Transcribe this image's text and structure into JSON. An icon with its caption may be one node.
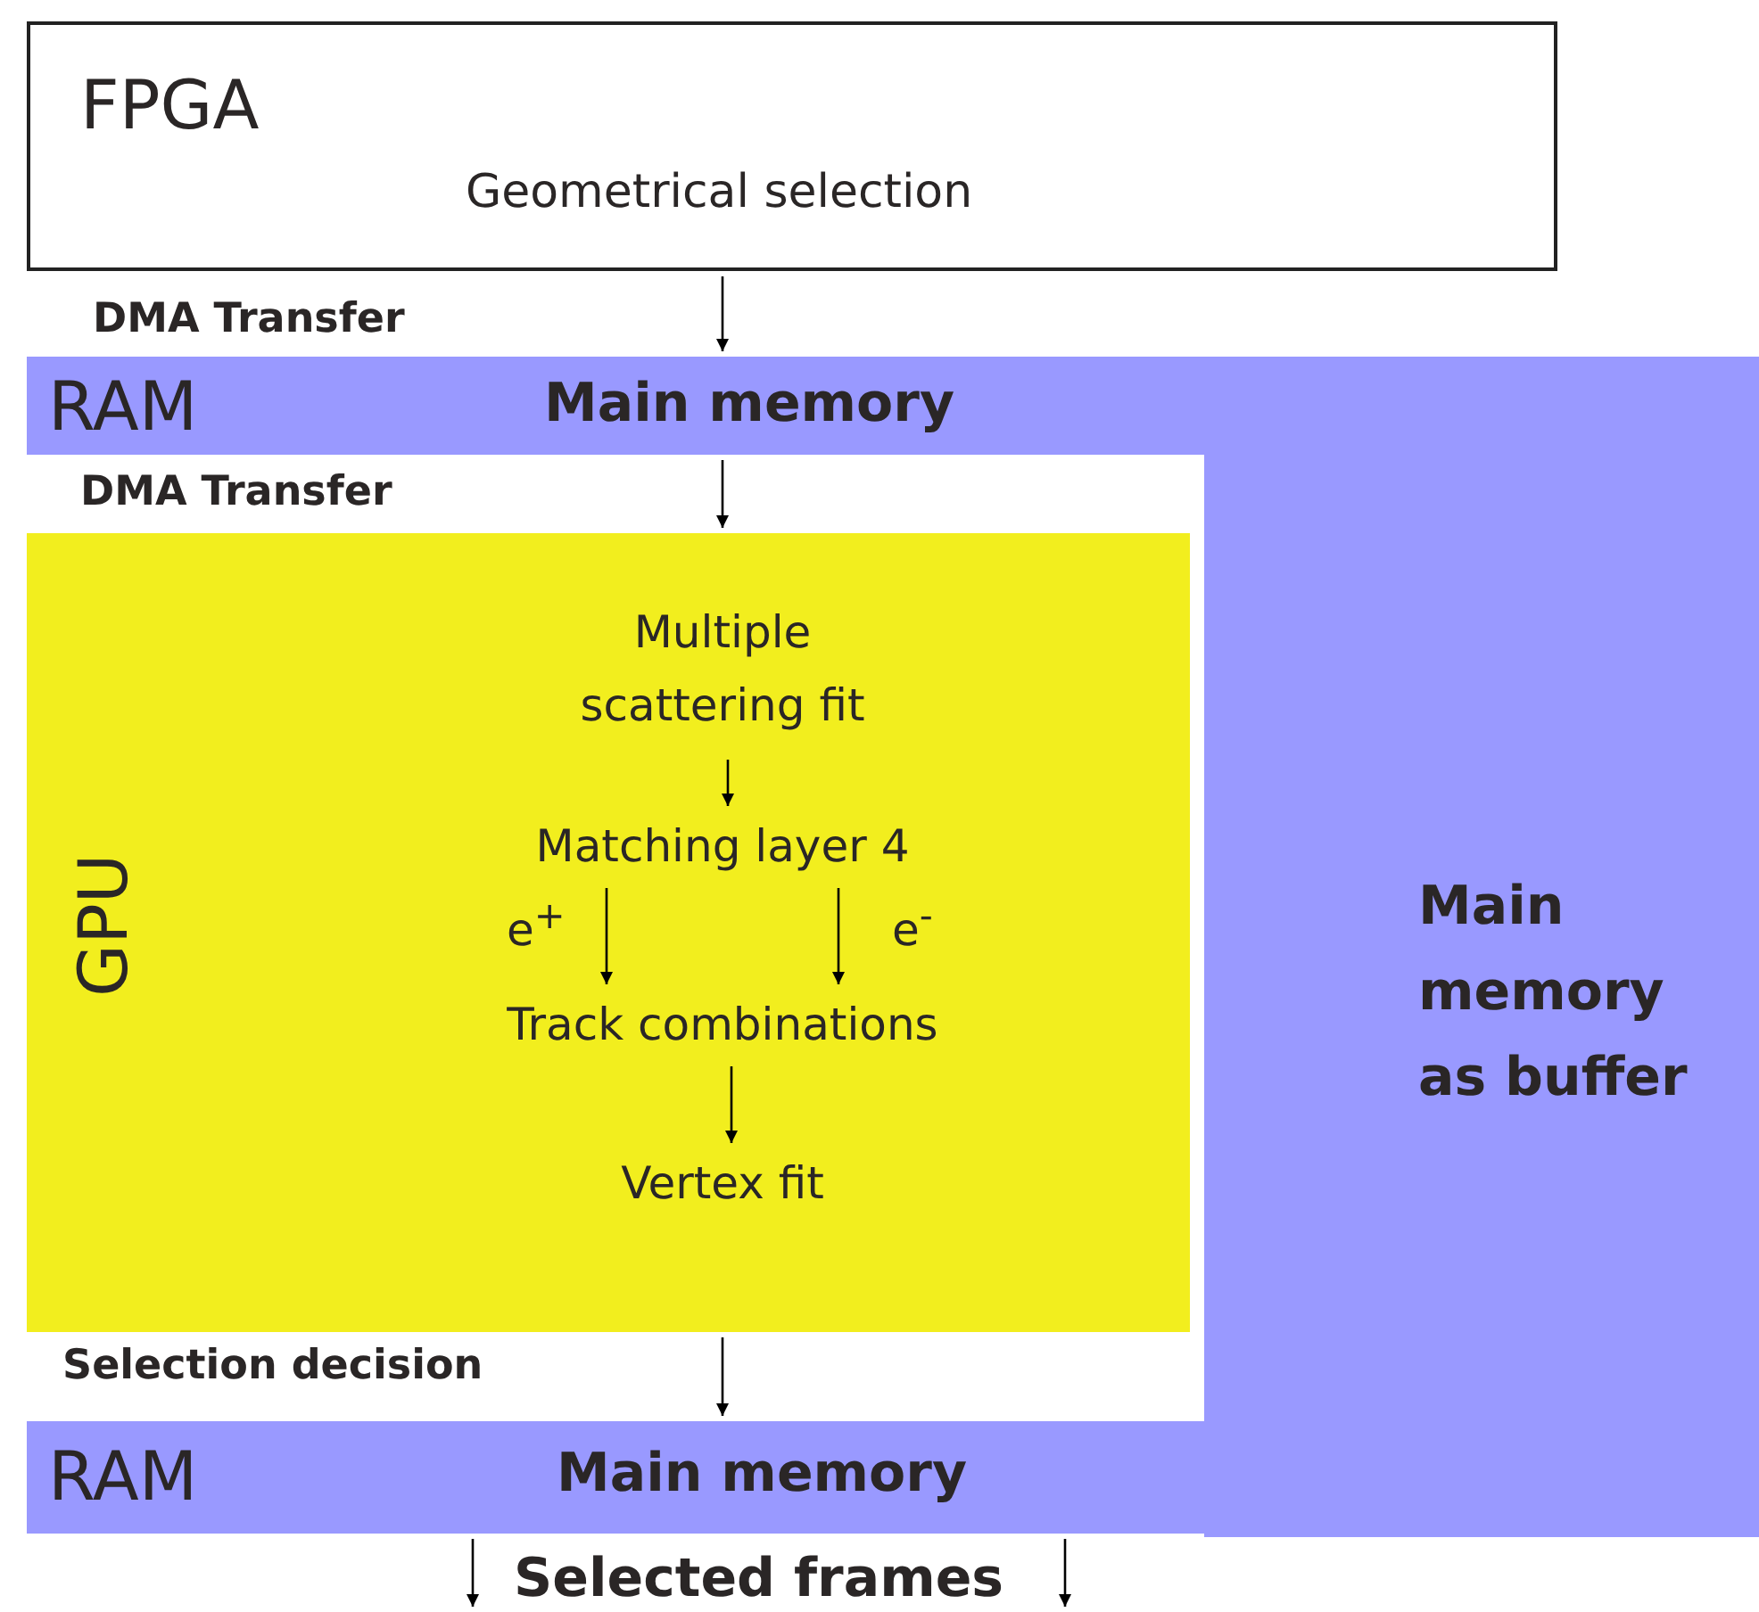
{
  "diagram": {
    "nodes": [
      {
        "text": [
          "FPGA",
          "Geometrical selection"
        ]
      },
      {
        "text": [
          "RAM",
          "Main memory"
        ]
      },
      {
        "text": [
          "GPU"
        ]
      },
      {
        "text": [
          "Multiple scattering fit"
        ],
        "in": 2
      },
      {
        "text": [
          "Matching layer 4"
        ],
        "in": 2
      },
      {
        "text": [
          "Track combinations"
        ],
        "in": 2
      },
      {
        "text": [
          "Vertex fit"
        ],
        "in": 2
      },
      {
        "text": [
          "RAM",
          "Main memory"
        ]
      },
      {
        "text": [
          "Main memory as buffer"
        ]
      }
    ],
    "edges": [
      {
        "from": 0,
        "to": 1,
        "arrow": "to"
      },
      {
        "from": 1,
        "to": 2,
        "arrow": "to"
      },
      {
        "from": 3,
        "to": 4,
        "arrow": "to"
      },
      {
        "from": 4,
        "to": 5,
        "arrow": "to",
        "label": "e$^{+}$"
      },
      {
        "from": 4,
        "to": 5,
        "arrow": "to",
        "label": "e$^{-}$"
      },
      {
        "from": 5,
        "to": 6,
        "arrow": "to"
      },
      {
        "from": 2,
        "to": 7,
        "arrow": "to"
      },
      {
        "from": 7,
        "to": null,
        "arrow": "to"
      },
      {
        "from": 7,
        "to": null,
        "arrow": "to"
      }
    ],
    "labels": [
      "DMA Transfer",
      "DMA Transfer",
      "Selection decision",
      "Selected frames"
    ]
  }
}
